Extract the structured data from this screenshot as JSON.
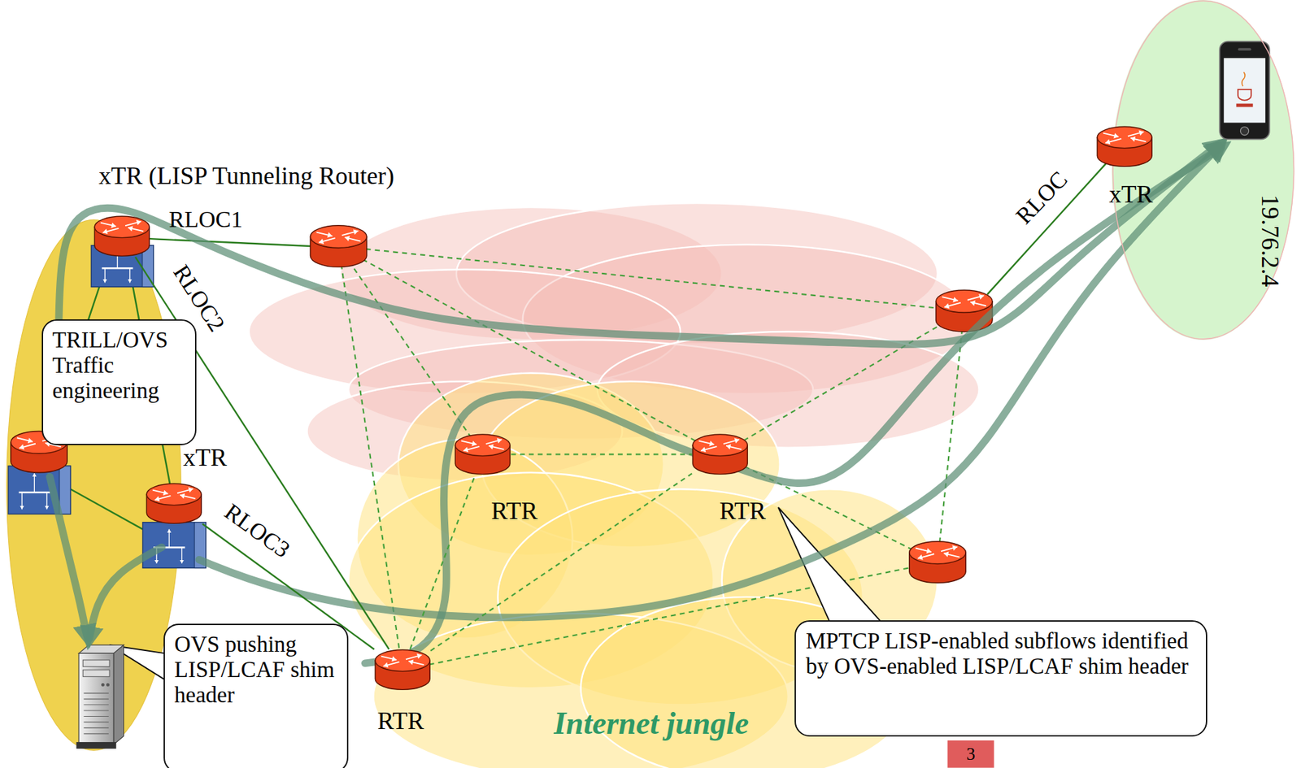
{
  "diagram": {
    "nodes": [
      {
        "text": [
          "xTR (LISP Tunneling Router)"
        ]
      },
      {
        "text": [
          "TRILL/OVS Traffic engineering"
        ]
      },
      {
        "text": [
          "xTR"
        ]
      },
      {
        "text": [
          "OVS pushing LISP/LCAF shim header"
        ]
      },
      {
        "text": [
          "RTR"
        ]
      },
      {
        "text": [
          "RTR"
        ]
      },
      {
        "text": [
          "RTR"
        ]
      },
      {
        "text": [
          "MPTCP LISP-enabled subflows identified by OVS-enabled LISP/LCAF shim header"
        ]
      },
      {
        "text": [
          "19.76.2.4"
        ]
      },
      {
        "text": [
          "xTR"
        ]
      }
    ],
    "edges": [
      {
        "from": 0,
        "to": 4,
        "label": "RLOC2",
        "arrow": "none"
      },
      {
        "from": 2,
        "to": 4,
        "label": "RLOC3",
        "arrow": "none"
      },
      {
        "from": 4,
        "to": 5,
        "arrow": "none"
      },
      {
        "from": 4,
        "to": 6,
        "arrow": "none"
      },
      {
        "from": 5,
        "to": 6,
        "arrow": "none"
      }
    ],
    "labels": [
      "RLOC1",
      "RLOC",
      "Internet jungle",
      "3"
    ]
  }
}
